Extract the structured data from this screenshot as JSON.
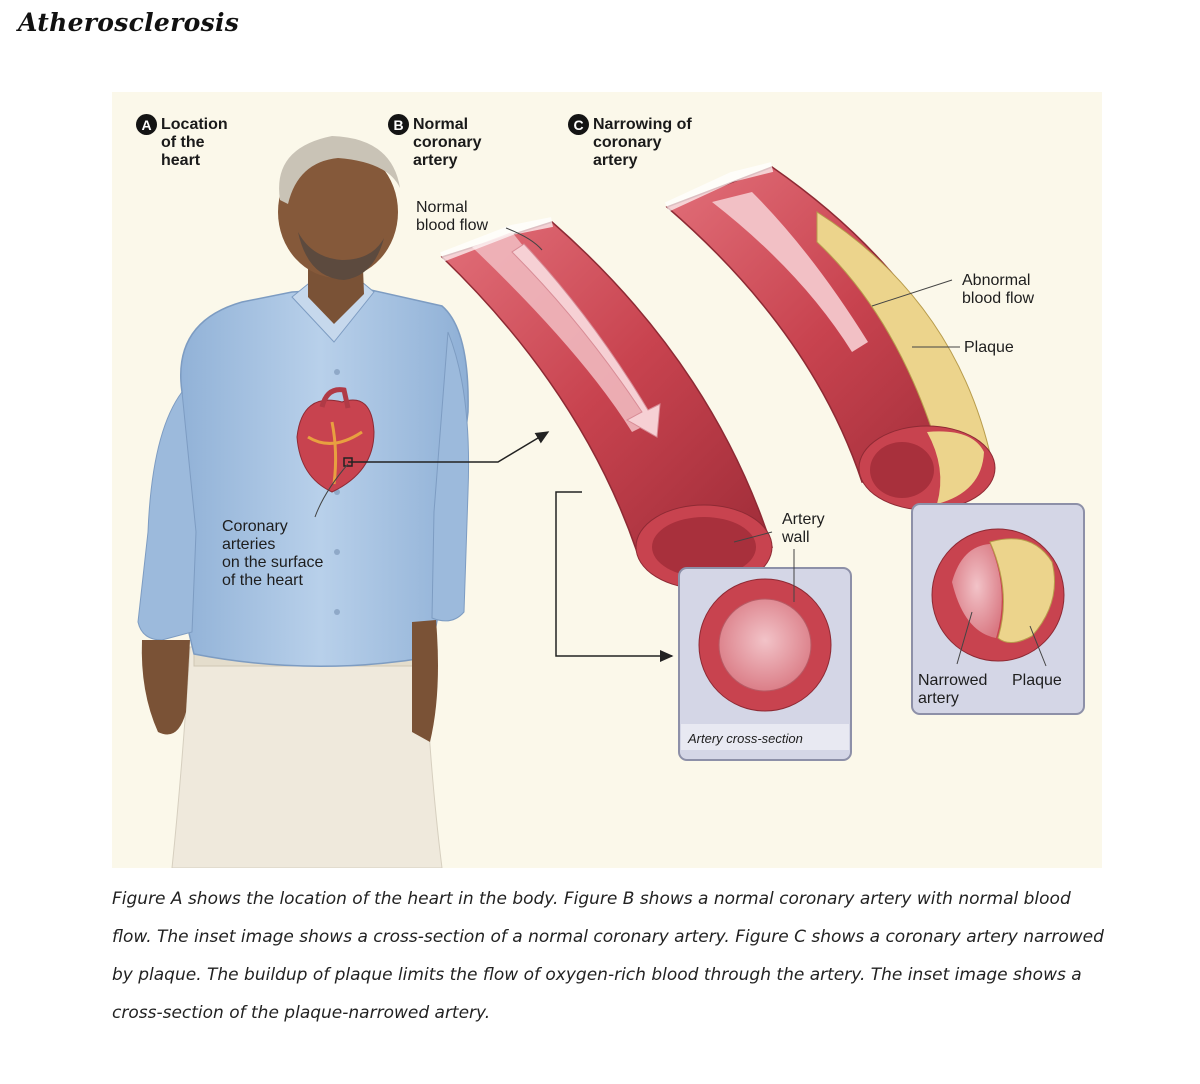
{
  "title": "Atherosclerosis",
  "panels": {
    "a": {
      "badge": "A",
      "title": "Location\nof the\nheart"
    },
    "b": {
      "badge": "B",
      "title": "Normal\ncoronary\nartery"
    },
    "c": {
      "badge": "C",
      "title": "Narrowing of\ncoronary\nartery"
    }
  },
  "labels": {
    "normal_blood_flow": "Normal\nblood flow",
    "abnormal_blood_flow": "Abnormal\nblood flow",
    "plaque": "Plaque",
    "artery_wall": "Artery\nwall",
    "coronary_arteries": "Coronary\narteries\non the surface\nof the heart",
    "artery_cross_section": "Artery cross-section",
    "narrowed_artery": "Narrowed\nartery",
    "plaque_inset": "Plaque"
  },
  "caption": "Figure A shows the location of the heart in the body. Figure B shows a normal coronary artery with normal blood flow. The inset image shows a cross-section of a normal coronary artery. Figure C shows a coronary artery narrowed by plaque. The buildup of plaque limits the flow of oxygen-rich blood through the artery. The inset image shows a cross-section of the plaque-narrowed artery.",
  "colors": {
    "figure_bg": "#fbf8ea",
    "artery_red": "#c8434f",
    "plaque_yellow": "#ecd48c",
    "shirt_blue": "#a8c4e2",
    "inset_bg": "#d4d6e6"
  }
}
